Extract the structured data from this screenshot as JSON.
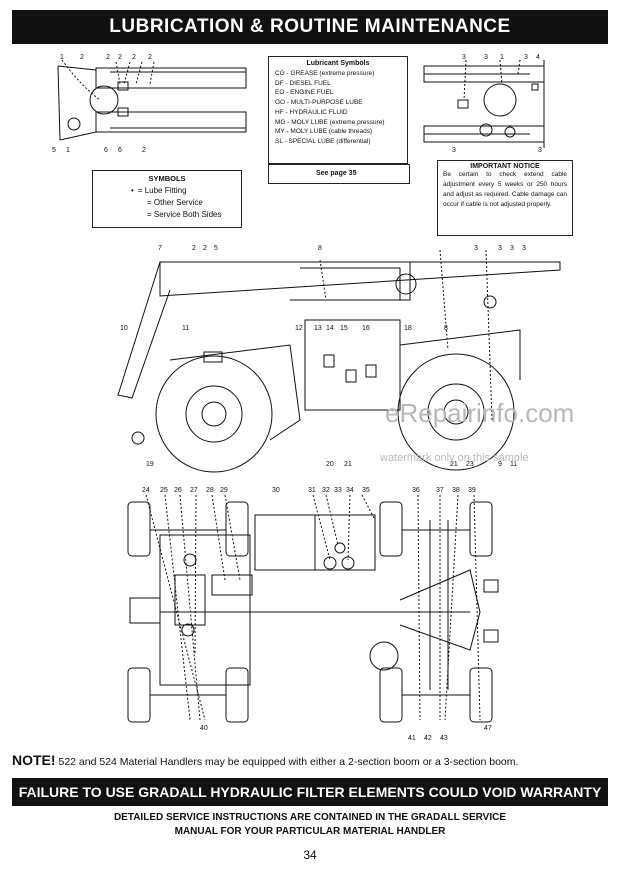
{
  "header": {
    "title": "LUBRICATION & ROUTINE MAINTENANCE"
  },
  "lubricant_symbols": {
    "title": "Lubricant Symbols",
    "items": [
      "CG - GREASE (extreme pressure)",
      "DF - DIESEL FUEL",
      "EO - ENGINE FUEL",
      "GO - MULTI-PURPOSE LUBE",
      "HF - HYDRAULIC FLUID",
      "MG - MOLY LUBE (extreme pressure)",
      "MY - MOLY LUBE (cable threads)",
      "SL - SPECIAL LUBE (differential)"
    ],
    "see_page": "See page 35"
  },
  "symbols": {
    "title": "SYMBOLS",
    "lube_fitting": "= Lube Fitting",
    "other_service": "= Other Service",
    "service_both_sides": "= Service Both Sides"
  },
  "notice": {
    "title": "IMPORTANT NOTICE",
    "text": "Be certain to check extend cable adjustment every 5 weeks or 250 hours and adjust as required. Cable damage can occur if cable is not adjusted properly."
  },
  "callouts": {
    "boom_left_top": [
      "1",
      "2",
      "2",
      "2",
      "2",
      "2"
    ],
    "boom_left_bottom": [
      "5",
      "1",
      "6",
      "6",
      "2"
    ],
    "boom_right_top": [
      "3",
      "3",
      "1",
      "3",
      "4"
    ],
    "boom_right_bottom": [
      "3",
      "3"
    ],
    "side_top": [
      "7",
      "2",
      "2",
      "5",
      "8",
      "3",
      "3",
      "3",
      "3"
    ],
    "side_middle": [
      "10",
      "11",
      "12",
      "13",
      "14",
      "15",
      "16",
      "18",
      "8"
    ],
    "side_bottom": [
      "19",
      "20",
      "21",
      "21",
      "23",
      "9",
      "11"
    ],
    "top_row": [
      "24",
      "25",
      "26",
      "27",
      "28",
      "29",
      "30",
      "31",
      "32",
      "33",
      "34",
      "35",
      "36",
      "37",
      "38",
      "39"
    ],
    "bottom_row": [
      "40",
      "41",
      "42",
      "43",
      "47"
    ]
  },
  "watermark": {
    "site": "eRepairinfo.com",
    "note": "watermark only on this sample"
  },
  "note": {
    "label": "NOTE!",
    "text": "522 and 524 Material Handlers may be equipped with either a 2-section boom or a 3-section boom."
  },
  "warning": {
    "text": "FAILURE TO USE GRADALL HYDRAULIC FILTER ELEMENTS COULD VOID WARRANTY"
  },
  "service": {
    "line1": "DETAILED SERVICE INSTRUCTIONS ARE CONTAINED IN THE GRADALL SERVICE",
    "line2": "MANUAL FOR YOUR PARTICULAR MATERIAL HANDLER"
  },
  "page": {
    "number": "34"
  }
}
